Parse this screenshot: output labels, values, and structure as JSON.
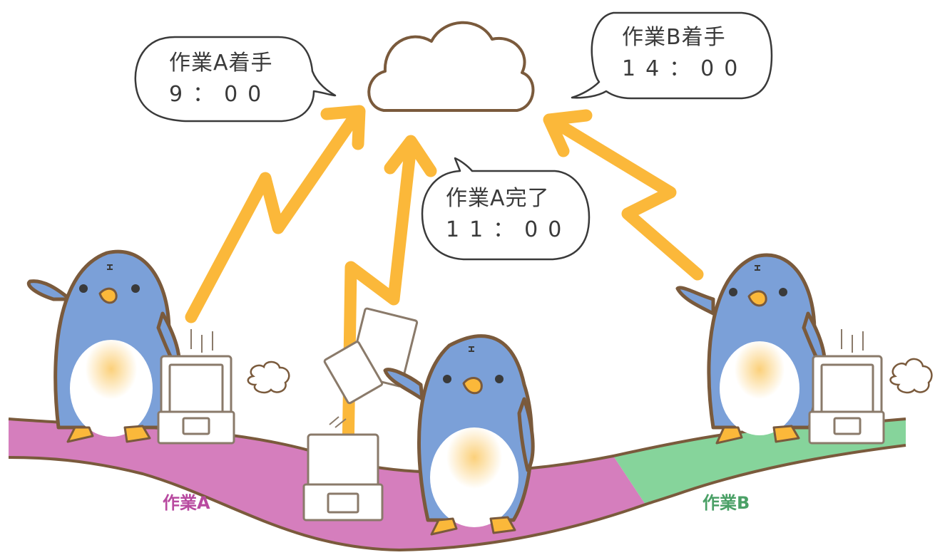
{
  "bubbles": {
    "task_a_start": {
      "line1": "作業A着手",
      "line2": "9：00"
    },
    "task_a_done": {
      "line1": "作業A完了",
      "line2": "11：00"
    },
    "task_b_start": {
      "line1": "作業B着手",
      "line2": "14：00"
    }
  },
  "ground_labels": {
    "task_a": "作業A",
    "task_b": "作業B"
  },
  "colors": {
    "arrow": "#fbb83a",
    "ground_a": "#d57ebd",
    "ground_b": "#86d49b",
    "penguin_body": "#7ba0d8",
    "outline": "#7a5a3c",
    "label_a": "#b84aa0",
    "label_b": "#4aa066"
  },
  "icons": [
    "cloud-icon",
    "penguin-icon",
    "tablet-device-icon",
    "paper-icon",
    "steam-puff-icon",
    "upload-arrow-icon"
  ]
}
